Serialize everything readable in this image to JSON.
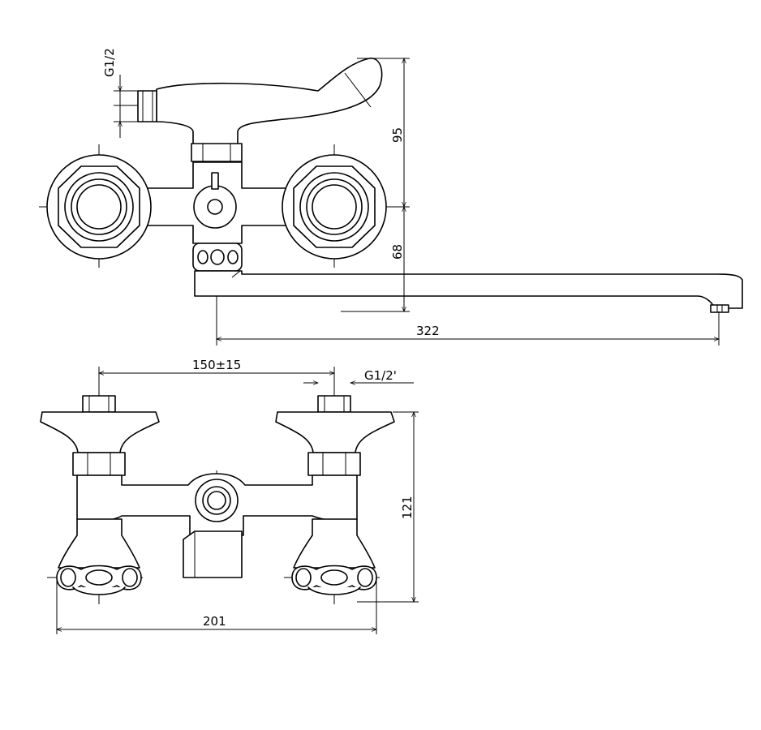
{
  "drawing": {
    "top_view": {
      "thread_label": "G1/2",
      "dim_height_upper": "95",
      "dim_height_lower": "68",
      "dim_spout_length": "322"
    },
    "front_view": {
      "dim_center_distance": "150±15",
      "thread_label": "G1/2'",
      "dim_height": "121",
      "dim_width": "201"
    }
  }
}
